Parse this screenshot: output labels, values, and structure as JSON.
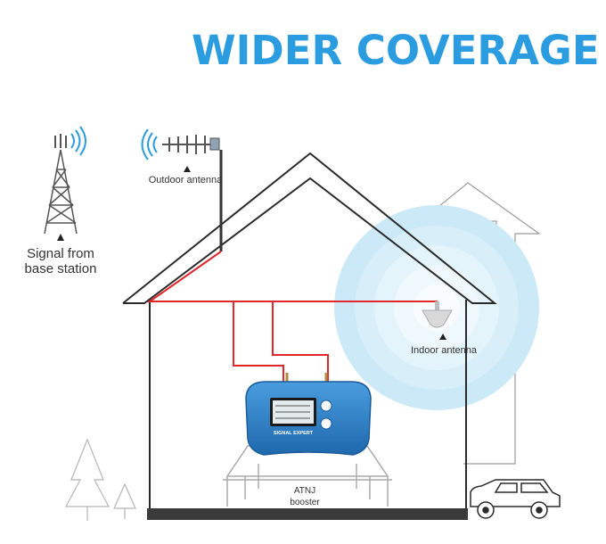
{
  "headline": "WIDER COVERAGE",
  "labels": {
    "signal_source": [
      "Signal from",
      "base station"
    ],
    "outdoor_antenna": "Outdoor antenna",
    "indoor_antenna": "Indoor antenna",
    "booster": [
      "ATNJ",
      "booster"
    ]
  },
  "device": {
    "brand": "SIGNAL EXPERT"
  },
  "colors": {
    "headline": "#2b9ce0",
    "cable": "#e0272b",
    "outline": "#2a2a2a",
    "device_body": "#2f7fc6",
    "coverage": "#bfe3f5"
  }
}
